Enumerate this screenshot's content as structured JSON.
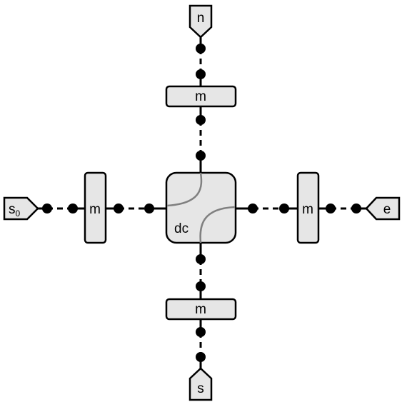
{
  "ports": {
    "north": "n",
    "south": "s",
    "east": "e",
    "west_base": "s",
    "west_sub": "0"
  },
  "modules": {
    "top": "m",
    "bottom": "m",
    "left": "m",
    "right": "m"
  },
  "center": {
    "label": "dc"
  },
  "colors": {
    "box_fill": "#e6e6e6",
    "stroke": "#000000",
    "coupler_curve": "#808080"
  }
}
